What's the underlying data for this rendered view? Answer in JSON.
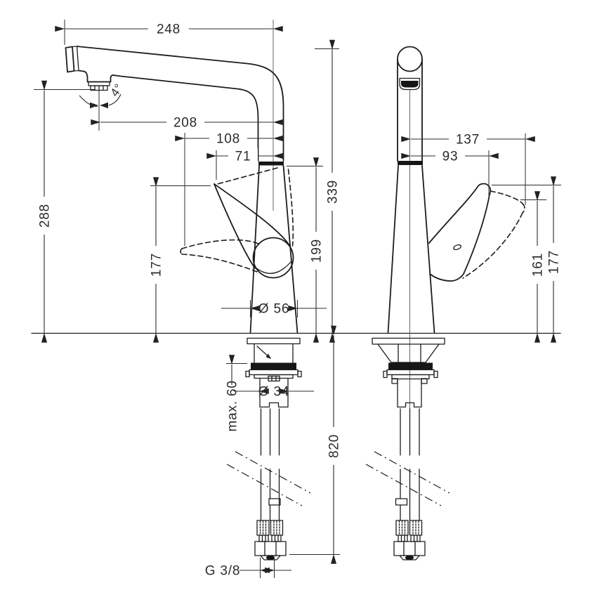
{
  "dims": {
    "d248": "248",
    "angle": "4°",
    "d208": "208",
    "d108": "108",
    "d71": "71",
    "d288": "288",
    "d177_left": "177",
    "d339": "339",
    "d199": "199",
    "dia56": "Ø 56",
    "d137": "137",
    "d93": "93",
    "d161": "161",
    "d177_right": "177",
    "max60": "max. 60",
    "dia34": "Ø 34",
    "d820": "820",
    "g38": "G 3/8"
  }
}
